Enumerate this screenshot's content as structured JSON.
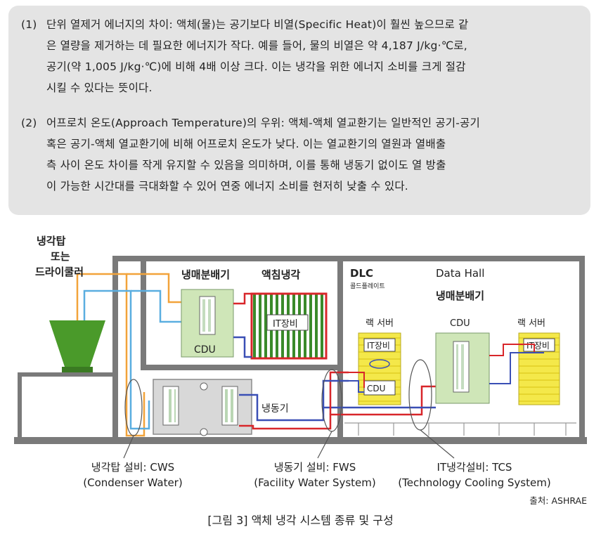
{
  "notes": {
    "item1": {
      "number": "(1)",
      "lines": [
        "단위 열제거 에너지의 차이: 액체(물)는 공기보다 비열(Specific Heat)이 훨씬 높으므로 같",
        "은 열량을 제거하는 데 필요한 에너지가 작다. 예를 들어, 물의 비열은 약 4,187 J/kg·℃로,",
        "공기(약 1,005 J/kg·℃)에 비해 4배 이상 크다. 이는 냉각을 위한 에너지 소비를 크게 절감",
        "시킬 수 있다는 뜻이다."
      ]
    },
    "item2": {
      "number": "(2)",
      "lines": [
        "어프로치 온도(Approach Temperature)의 우위: 액체-액체 열교환기는 일반적인 공기-공기",
        "혹은 공기-액체 열교환기에 비해 어프로치 온도가 낮다. 이는 열교환기의 열원과 열배출",
        "측 사이 온도 차이를 작게 유지할 수 있음을 의미하며, 이를 통해 냉동기 없이도 열 방출",
        "이 가능한 시간대를 극대화할 수 있어 연중 에너지 소비를 현저히 낮출 수 있다."
      ]
    }
  },
  "diagram": {
    "tower_label": [
      "냉각탑",
      "또는",
      "드라이쿨러"
    ],
    "cdu_room_label": "냉매분배기",
    "immersion_label": "액침냉각",
    "it_label": "IT장비",
    "cdu_label": "CDU",
    "dlc_label": "DLC",
    "cold_plate_label": "콜드플레이트",
    "data_hall_label": "Data Hall",
    "data_hall_cdu_label": "냉매분배기",
    "rack_server_label": "랙 서버",
    "chiller_label": "냉동기",
    "cws_label": [
      "냉각탑 설비: CWS",
      "(Condenser Water)"
    ],
    "fws_label": [
      "냉동기 설비: FWS",
      "(Facility Water System)"
    ],
    "tcs_label": [
      "IT냉각설비: TCS",
      "(Technology Cooling System)"
    ],
    "colors": {
      "wall": "#7a7a7a",
      "tower_green": "#4a9a2a",
      "cws_orange": "#f2a33a",
      "cws_blue": "#5aaee0",
      "fws_red": "#d8262a",
      "fws_blue": "#3a4fb5",
      "rack_yellow": "#f4e84a",
      "cdu_green": "#cfe6b8"
    }
  },
  "source": "출처: ASHRAE",
  "caption": "[그림 3] 액체 냉각 시스템 종류 및 구성"
}
